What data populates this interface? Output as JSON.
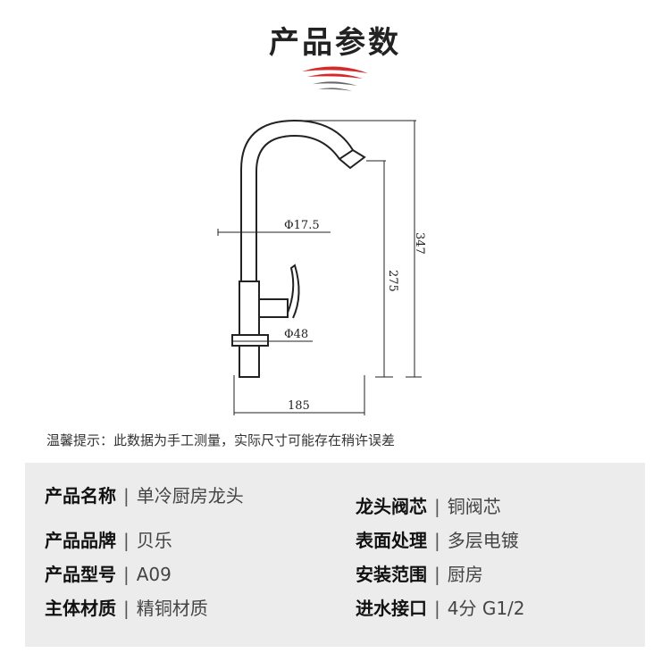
{
  "header": {
    "title": "产品参数"
  },
  "drawing": {
    "dim_pipe_diameter": "Φ17.5",
    "dim_base_diameter": "Φ48",
    "dim_spout_height": "275",
    "dim_total_height": "347",
    "dim_reach": "185"
  },
  "note": "温馨提示：此数据为手工测量，实际尺寸可能存在稍许误差",
  "specs": {
    "separator": "|",
    "left": [
      {
        "label": "产品名称",
        "value": "单冷厨房龙头"
      },
      {
        "label": "产品品牌",
        "value": "贝乐"
      },
      {
        "label": "产品型号",
        "value": "A09"
      },
      {
        "label": "主体材质",
        "value": "精铜材质"
      }
    ],
    "right": [
      {
        "label": "龙头阀芯",
        "value": "铜阀芯"
      },
      {
        "label": "表面处理",
        "value": "多层电镀"
      },
      {
        "label": "安装范围",
        "value": "厨房"
      },
      {
        "label": "进水接口",
        "value": "4分 G1/2"
      }
    ]
  },
  "colors": {
    "accent_red": "#d42a2a",
    "accent_dark": "#555555",
    "panel": "#ececec"
  }
}
